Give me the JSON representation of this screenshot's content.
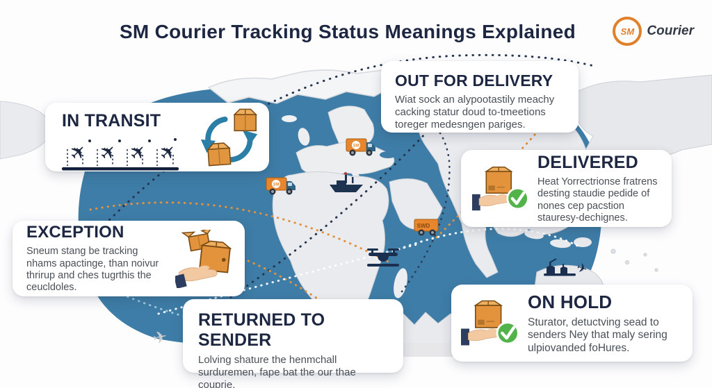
{
  "header": {
    "title": "SM Courier Tracking Status Meanings Explained",
    "logo_badge": "SM",
    "logo_name": "Courier"
  },
  "cards": {
    "in_transit": {
      "title": "IN TRANSIT"
    },
    "out_for_delivery": {
      "title": "OUT FOR DELIVERY",
      "body": "Wiat sock an alypootastily meachy cacking statur doud to-tmeetions toreger medesngen pariges."
    },
    "delivered": {
      "title": "DELIVERED",
      "body": "Heat Yorrectrionse fratrens desting staudie pedide of nones cep pacstion stauresy-dechignes."
    },
    "exception": {
      "title": "EXCEPTION",
      "body": "Sneum stang be tracking nhams apactinge, than noivur thrirup and ches tugrthis the ceucldoles."
    },
    "returned_to_sender": {
      "title": "RETURNED TO SENDER",
      "body": "Lolving shature the henmchall surduremen, fape bat the our thae couprie."
    },
    "on_hold": {
      "title": "ON HOLD",
      "body": "Sturator, detuctving sead to senders Ney that maly sering ulpiovanded foHures."
    }
  },
  "map": {
    "trucks": [
      {
        "label": "SM"
      },
      {
        "label": "SM"
      },
      {
        "label": "SWD"
      }
    ]
  },
  "icons": {
    "plane": "✈"
  },
  "colors": {
    "ocean": "#3e7da7",
    "land": "#e9ebee",
    "navy": "#1d2742",
    "orange": "#e8862d",
    "green": "#53b34b"
  }
}
